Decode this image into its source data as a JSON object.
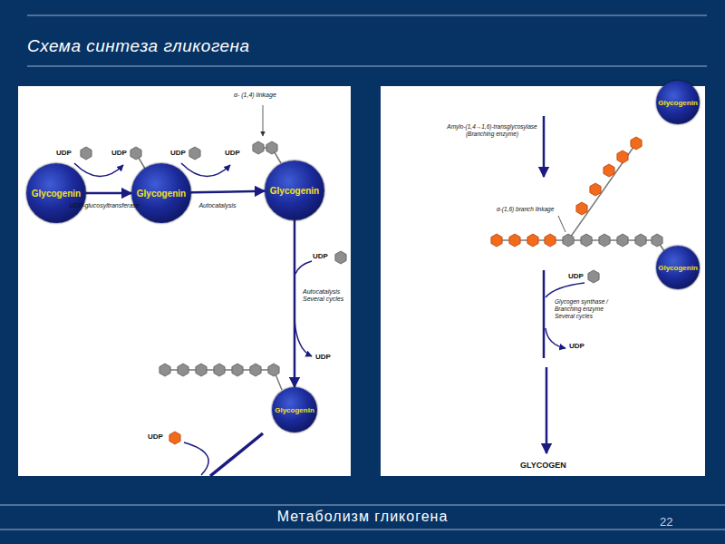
{
  "diagram": {
    "title": "Схема синтеза гликогена",
    "nodes": [
      {
        "text": [
          "Glycogenin"
        ]
      },
      {
        "text": [
          "Glycogenin"
        ]
      },
      {
        "text": [
          "Glycogenin"
        ]
      },
      {
        "text": [
          "Glycogenin"
        ]
      },
      {
        "text": [
          "Glycogenin"
        ]
      },
      {
        "text": [
          "Glycogenin"
        ]
      }
    ],
    "edges": [
      {
        "from": 0,
        "to": 1,
        "label": "UDP-glucosyltransferase",
        "arrow": "to"
      },
      {
        "from": 1,
        "to": 2,
        "label": "Autocatalysis",
        "arrow": "to"
      },
      {
        "from": 2,
        "to": 3,
        "label": "Autocatalysis Several cycles",
        "arrow": "to"
      }
    ],
    "labels": [
      "α- (1,4) linkage",
      "UDP",
      "UDP",
      "UDP",
      "UDP",
      "UDP",
      "UDP",
      "UDP",
      "Amylo-(1,4→1,6)-transglycosylase (Branching enzyme)",
      "α-(1,6) branch linkage",
      "UDP",
      "Glycogen synthase / Branching enzyme Several cycles",
      "UDP",
      "GLYCOGEN",
      "Метаболизм гликогена",
      "22"
    ]
  }
}
